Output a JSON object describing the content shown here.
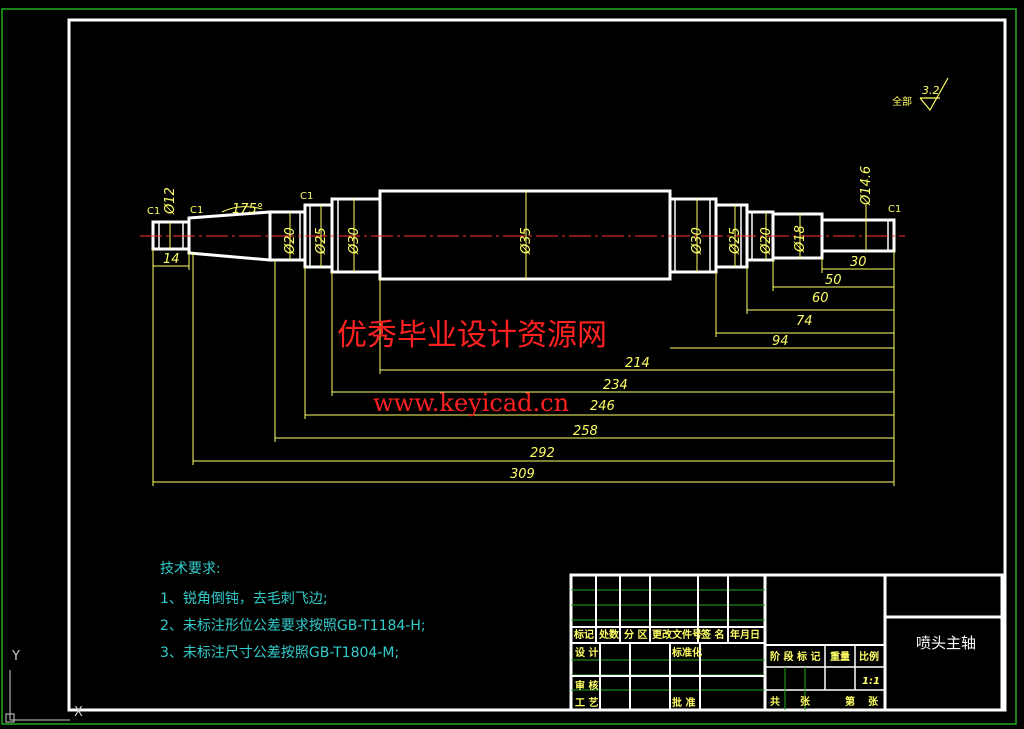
{
  "drawing": {
    "part_name": "喷头主轴",
    "roughness_label": "全部",
    "roughness_value": "3.2",
    "watermark_title": "优秀毕业设计资源网",
    "watermark_url": "www.keyicad.cn",
    "ucs_y": "Y",
    "ucs_x": "X",
    "diameters": [
      "Ø12",
      "Ø20",
      "Ø25",
      "Ø30",
      "Ø35",
      "Ø30",
      "Ø25",
      "Ø20",
      "Ø18",
      "Ø14.6"
    ],
    "chamfers": [
      "C1",
      "C1",
      "C1",
      "C1"
    ],
    "taper_angle": "175°",
    "lengths": [
      "14",
      "30",
      "50",
      "60",
      "74",
      "94",
      "214",
      "234",
      "246",
      "258",
      "292",
      "309"
    ]
  },
  "requirements": {
    "title": "技术要求:",
    "items": [
      "1、锐角倒钝，去毛刺飞边;",
      "2、未标注形位公差要求按照GB-T1184-H;",
      "3、未标注尺寸公差按照GB-T1804-M;"
    ]
  },
  "title_block": {
    "row_labels": [
      "标记",
      "处数",
      "分 区",
      "更改文件号",
      "签 名",
      "年月日"
    ],
    "design": "设 计",
    "standardize": "标准化",
    "review": "审 核",
    "process": "工 艺",
    "approve": "批 准",
    "stage_mark": "阶 段 标 记",
    "weight": "重量",
    "scale": "比例",
    "scale_value": "1:1",
    "total": "共",
    "sheets": "张",
    "sheet_no": "第",
    "sheet_unit": "张"
  }
}
